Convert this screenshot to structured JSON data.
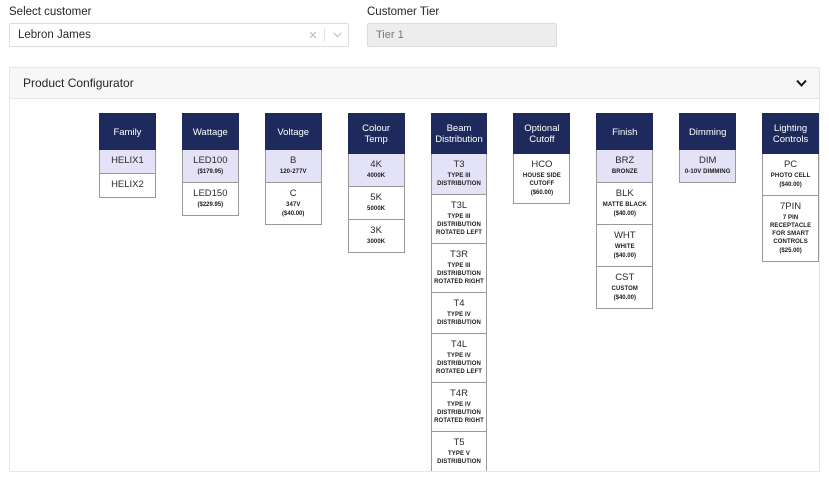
{
  "form": {
    "customer": {
      "label": "Select customer",
      "value": "Lebron James",
      "clear_icon": "close-icon",
      "caret_icon": "chevron-down-icon"
    },
    "tier": {
      "label": "Customer Tier",
      "value": "Tier 1"
    }
  },
  "panel": {
    "title": "Product Configurator",
    "chevron_icon": "chevron-down-icon"
  },
  "theme": {
    "header_bg": "#1f2a5c",
    "header_text": "#ffffff",
    "selected_bg": "#e4e2f7",
    "cell_border": "#9a9a9a",
    "panel_border": "#e6e6e6",
    "panel_header_bg": "#f7f7f7"
  },
  "columns": [
    {
      "title": "Family",
      "options": [
        {
          "code": "HELIX1",
          "desc": "",
          "price": "",
          "selected": true
        },
        {
          "code": "HELIX2",
          "desc": "",
          "price": "",
          "selected": false
        }
      ]
    },
    {
      "title": "Wattage",
      "options": [
        {
          "code": "LED100",
          "desc": "",
          "price": "($179.95)",
          "selected": true
        },
        {
          "code": "LED150",
          "desc": "",
          "price": "($229.95)",
          "selected": false
        }
      ]
    },
    {
      "title": "Voltage",
      "options": [
        {
          "code": "B",
          "desc": "120-277V",
          "price": "",
          "selected": true
        },
        {
          "code": "C",
          "desc": "347V",
          "price": "($40.00)",
          "selected": false
        }
      ]
    },
    {
      "title": "Colour Temp",
      "options": [
        {
          "code": "4K",
          "desc": "4000K",
          "price": "",
          "selected": true
        },
        {
          "code": "5K",
          "desc": "5000K",
          "price": "",
          "selected": false
        },
        {
          "code": "3K",
          "desc": "3000K",
          "price": "",
          "selected": false
        }
      ]
    },
    {
      "title": "Beam Distribution",
      "options": [
        {
          "code": "T3",
          "desc": "TYPE III DISTRIBUTION",
          "price": "",
          "selected": true
        },
        {
          "code": "T3L",
          "desc": "TYPE III DISTRIBUTION ROTATED LEFT",
          "price": "",
          "selected": false
        },
        {
          "code": "T3R",
          "desc": "TYPE III DISTRIBUTION ROTATED RIGHT",
          "price": "",
          "selected": false
        },
        {
          "code": "T4",
          "desc": "TYPE IV DISTRIBUTION",
          "price": "",
          "selected": false
        },
        {
          "code": "T4L",
          "desc": "TYPE IV DISTRIBUTION ROTATED LEFT",
          "price": "",
          "selected": false
        },
        {
          "code": "T4R",
          "desc": "TYPE IV DISTRIBUTION ROTATED RIGHT",
          "price": "",
          "selected": false
        },
        {
          "code": "T5",
          "desc": "TYPE V DISTRIBUTION",
          "price": "",
          "selected": false
        }
      ]
    },
    {
      "title": "Optional Cutoff",
      "options": [
        {
          "code": "HCO",
          "desc": "HOUSE SIDE CUTOFF",
          "price": "($60.00)",
          "selected": false
        }
      ]
    },
    {
      "title": "Finish",
      "options": [
        {
          "code": "BRZ",
          "desc": "BRONZE",
          "price": "",
          "selected": true
        },
        {
          "code": "BLK",
          "desc": "MATTE BLACK",
          "price": "($40.00)",
          "selected": false
        },
        {
          "code": "WHT",
          "desc": "WHITE",
          "price": "($40.00)",
          "selected": false
        },
        {
          "code": "CST",
          "desc": "CUSTOM",
          "price": "($40.00)",
          "selected": false
        }
      ]
    },
    {
      "title": "Dimming",
      "options": [
        {
          "code": "DIM",
          "desc": "0-10V DIMMING",
          "price": "",
          "selected": true
        }
      ]
    },
    {
      "title": "Lighting Controls",
      "options": [
        {
          "code": "PC",
          "desc": "PHOTO CELL",
          "price": "($40.00)",
          "selected": false
        },
        {
          "code": "7PIN",
          "desc": "7 PIN RECEPTACLE FOR SMART CONTROLS",
          "price": "($25.00)",
          "selected": false
        }
      ]
    }
  ]
}
